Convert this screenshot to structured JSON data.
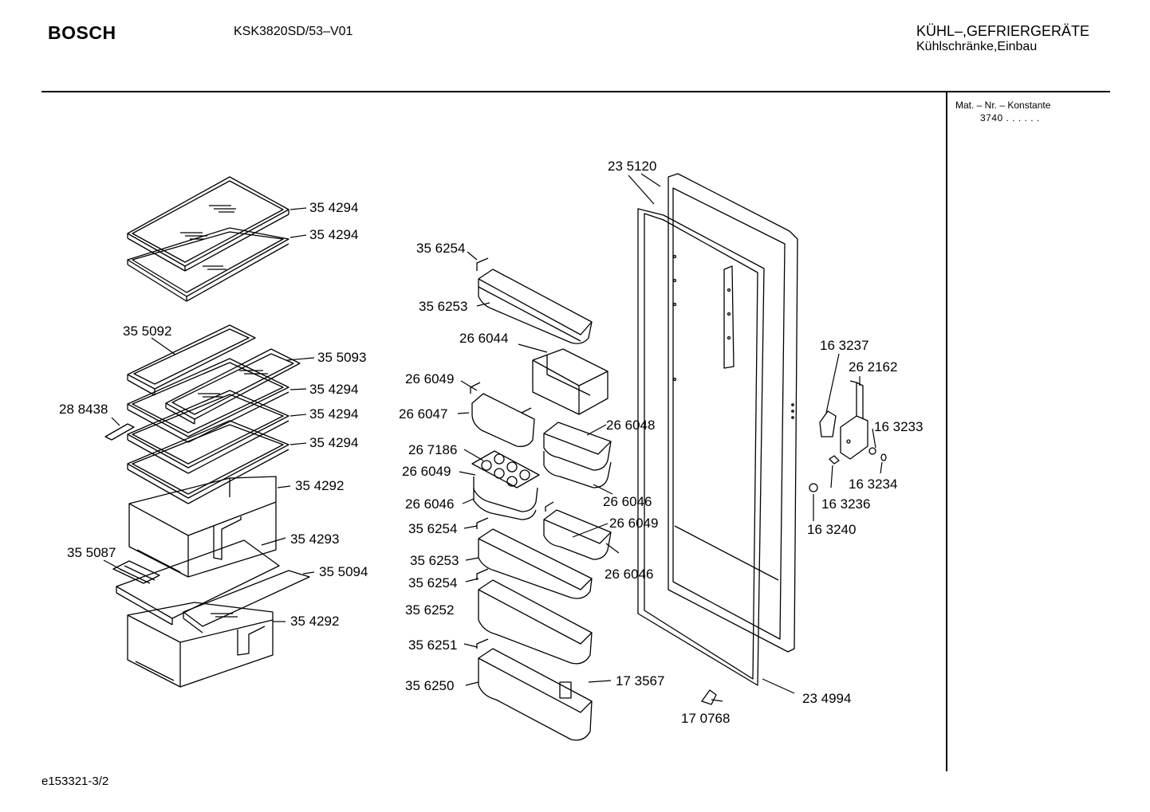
{
  "header": {
    "brand": "BOSCH",
    "model": "KSK3820SD/53–V01",
    "category_line1": "KÜHL–,GEFRIERGERÄTE",
    "category_line2": "Kühlschränke,Einbau"
  },
  "sidebar": {
    "mat_label": "Mat. – Nr. – Konstante",
    "mat_value": "3740 . . . . . ."
  },
  "footer": {
    "drawing_id": "e153321-3/2"
  },
  "parts": {
    "p1": "35 4294",
    "p2": "35 4294",
    "p3": "35 5092",
    "p4": "35 5093",
    "p5": "35 4294",
    "p6": "28 8438",
    "p7": "35 4294",
    "p8": "35 4294",
    "p9": "35 4292",
    "p10": "35 5087",
    "p11": "35 4293",
    "p12": "35 5094",
    "p13": "35 4292",
    "p14": "35 6254",
    "p15": "35 6253",
    "p16": "26 6044",
    "p17": "26 6049",
    "p18": "26 6047",
    "p19": "26 6048",
    "p20": "26 7186",
    "p21": "26 6049",
    "p22": "26 6046",
    "p23": "26 6046",
    "p24": "35 6254",
    "p25": "26 6049",
    "p26": "35 6253",
    "p27": "26 6046",
    "p28": "35 6254",
    "p29": "35 6252",
    "p30": "35 6251",
    "p31": "17 3567",
    "p32": "35 6250",
    "p33": "17 0768",
    "p34": "23 5120",
    "p35": "23 4994",
    "p36": "16 3237",
    "p37": "26 2162",
    "p38": "16 3233",
    "p39": "16 3234",
    "p40": "16 3236",
    "p41": "16 3240"
  }
}
